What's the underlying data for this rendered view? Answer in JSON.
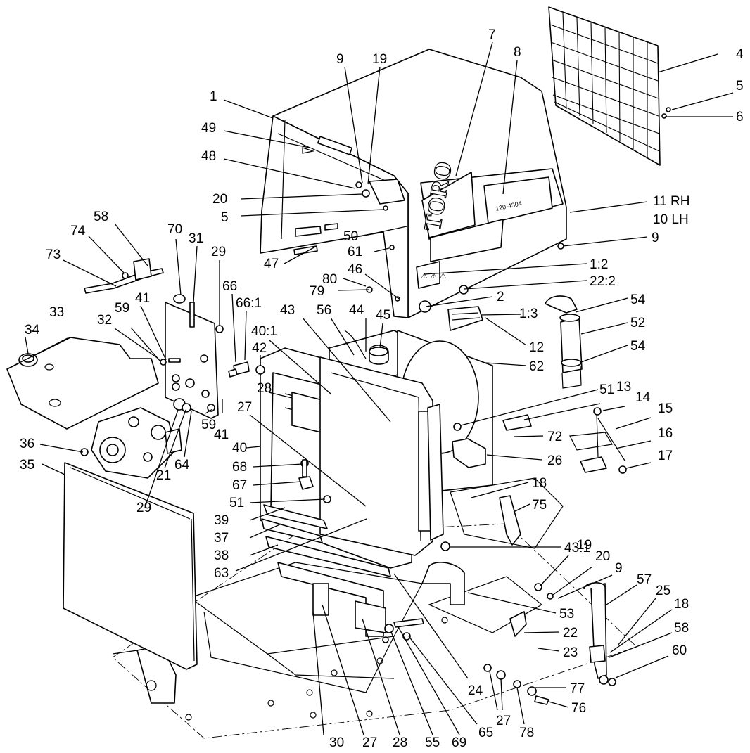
{
  "diagram": {
    "brand_logo_text": "TORO",
    "decal_model_text": "120-4304",
    "warning_decal_text": "⚠ ⚠ ⚠",
    "callouts": [
      {
        "id": "c1",
        "label": "1"
      },
      {
        "id": "c49",
        "label": "49"
      },
      {
        "id": "c48",
        "label": "48"
      },
      {
        "id": "c20a",
        "label": "20"
      },
      {
        "id": "c5a",
        "label": "5"
      },
      {
        "id": "c9a",
        "label": "9"
      },
      {
        "id": "c19a",
        "label": "19"
      },
      {
        "id": "c7",
        "label": "7"
      },
      {
        "id": "c8",
        "label": "8"
      },
      {
        "id": "c4",
        "label": "4"
      },
      {
        "id": "c5b",
        "label": "5"
      },
      {
        "id": "c6",
        "label": "6"
      },
      {
        "id": "c11",
        "label": "11 RH"
      },
      {
        "id": "c10",
        "label": "10 LH"
      },
      {
        "id": "c9b",
        "label": "9"
      },
      {
        "id": "c50",
        "label": "50"
      },
      {
        "id": "c61",
        "label": "61"
      },
      {
        "id": "c47",
        "label": "47"
      },
      {
        "id": "c46",
        "label": "46"
      },
      {
        "id": "c1_2",
        "label": "1:2"
      },
      {
        "id": "c22_2",
        "label": "22:2"
      },
      {
        "id": "c80",
        "label": "80"
      },
      {
        "id": "c79",
        "label": "79"
      },
      {
        "id": "c2",
        "label": "2"
      },
      {
        "id": "c1_3",
        "label": "1:3"
      },
      {
        "id": "c54a",
        "label": "54"
      },
      {
        "id": "c52",
        "label": "52"
      },
      {
        "id": "c54b",
        "label": "54"
      },
      {
        "id": "c12",
        "label": "12"
      },
      {
        "id": "c62",
        "label": "62"
      },
      {
        "id": "c58a",
        "label": "58"
      },
      {
        "id": "c74",
        "label": "74"
      },
      {
        "id": "c73",
        "label": "73"
      },
      {
        "id": "c70",
        "label": "70"
      },
      {
        "id": "c31",
        "label": "31"
      },
      {
        "id": "c29a",
        "label": "29"
      },
      {
        "id": "c66",
        "label": "66"
      },
      {
        "id": "c66_1",
        "label": "66:1"
      },
      {
        "id": "c33",
        "label": "33"
      },
      {
        "id": "c41a",
        "label": "41"
      },
      {
        "id": "c32",
        "label": "32"
      },
      {
        "id": "c59a",
        "label": "59"
      },
      {
        "id": "c34",
        "label": "34"
      },
      {
        "id": "c40_1",
        "label": "40:1"
      },
      {
        "id": "c43a",
        "label": "43"
      },
      {
        "id": "c56",
        "label": "56"
      },
      {
        "id": "c44",
        "label": "44"
      },
      {
        "id": "c45",
        "label": "45"
      },
      {
        "id": "c42",
        "label": "42"
      },
      {
        "id": "c28a",
        "label": "28"
      },
      {
        "id": "c27a",
        "label": "27"
      },
      {
        "id": "c51a",
        "label": "51"
      },
      {
        "id": "c13",
        "label": "13"
      },
      {
        "id": "c14",
        "label": "14"
      },
      {
        "id": "c15",
        "label": "15"
      },
      {
        "id": "c16",
        "label": "16"
      },
      {
        "id": "c17",
        "label": "17"
      },
      {
        "id": "c72",
        "label": "72"
      },
      {
        "id": "c26",
        "label": "26"
      },
      {
        "id": "c36",
        "label": "36"
      },
      {
        "id": "c35",
        "label": "35"
      },
      {
        "id": "c29b",
        "label": "29"
      },
      {
        "id": "c21",
        "label": "21"
      },
      {
        "id": "c64",
        "label": "64"
      },
      {
        "id": "c59b",
        "label": "59"
      },
      {
        "id": "c41b",
        "label": "41"
      },
      {
        "id": "c40",
        "label": "40"
      },
      {
        "id": "c68",
        "label": "68"
      },
      {
        "id": "c67",
        "label": "67"
      },
      {
        "id": "c51b",
        "label": "51"
      },
      {
        "id": "c39",
        "label": "39"
      },
      {
        "id": "c37",
        "label": "37"
      },
      {
        "id": "c38",
        "label": "38"
      },
      {
        "id": "c63",
        "label": "63"
      },
      {
        "id": "c18a",
        "label": "18"
      },
      {
        "id": "c75",
        "label": "75"
      },
      {
        "id": "c43_1",
        "label": "43:1"
      },
      {
        "id": "c19b",
        "label": "19"
      },
      {
        "id": "c20b",
        "label": "20"
      },
      {
        "id": "c9c",
        "label": "9"
      },
      {
        "id": "c57",
        "label": "57"
      },
      {
        "id": "c25",
        "label": "25"
      },
      {
        "id": "c18b",
        "label": "18"
      },
      {
        "id": "c53",
        "label": "53"
      },
      {
        "id": "c58b",
        "label": "58"
      },
      {
        "id": "c22",
        "label": "22"
      },
      {
        "id": "c23",
        "label": "23"
      },
      {
        "id": "c60",
        "label": "60"
      },
      {
        "id": "c24",
        "label": "24"
      },
      {
        "id": "c77",
        "label": "77"
      },
      {
        "id": "c76",
        "label": "76"
      },
      {
        "id": "c27b",
        "label": "27"
      },
      {
        "id": "c78",
        "label": "78"
      },
      {
        "id": "c65",
        "label": "65"
      },
      {
        "id": "c30",
        "label": "30"
      },
      {
        "id": "c27c",
        "label": "27"
      },
      {
        "id": "c28b",
        "label": "28"
      },
      {
        "id": "c55",
        "label": "55"
      },
      {
        "id": "c69",
        "label": "69"
      }
    ]
  }
}
